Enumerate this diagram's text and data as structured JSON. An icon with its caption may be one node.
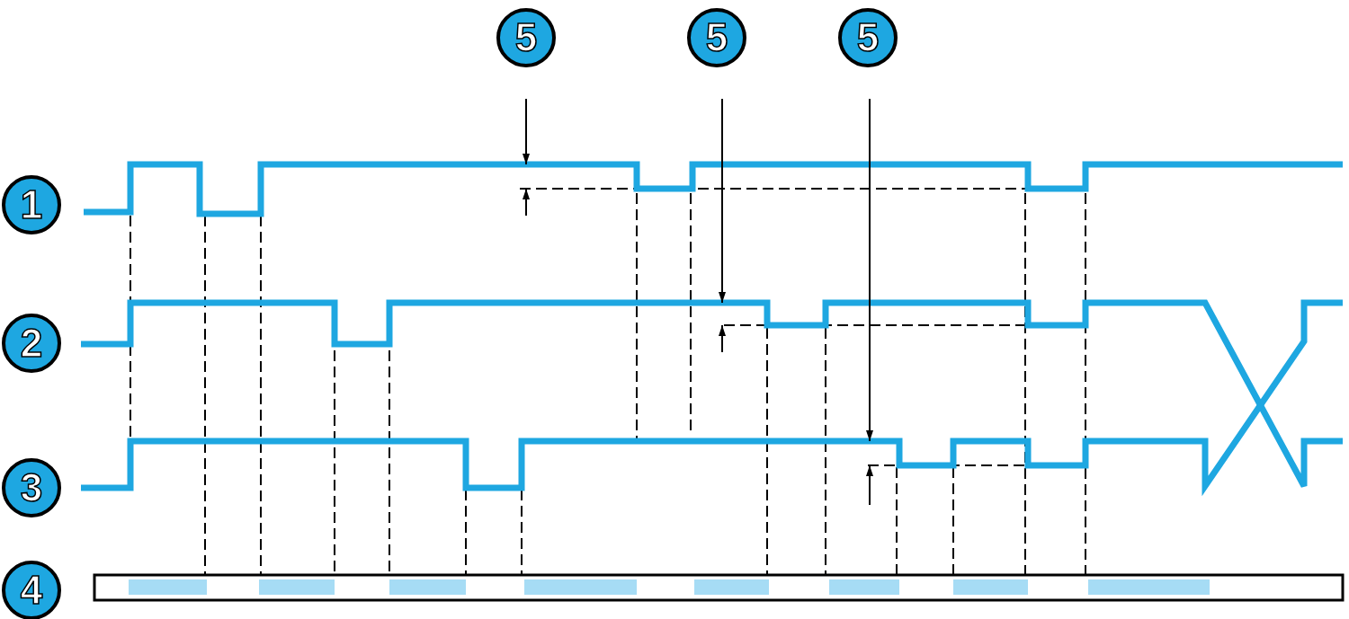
{
  "diagram": {
    "labels": [
      "5",
      "5",
      "5",
      "1",
      "2",
      "3",
      "4"
    ]
  }
}
